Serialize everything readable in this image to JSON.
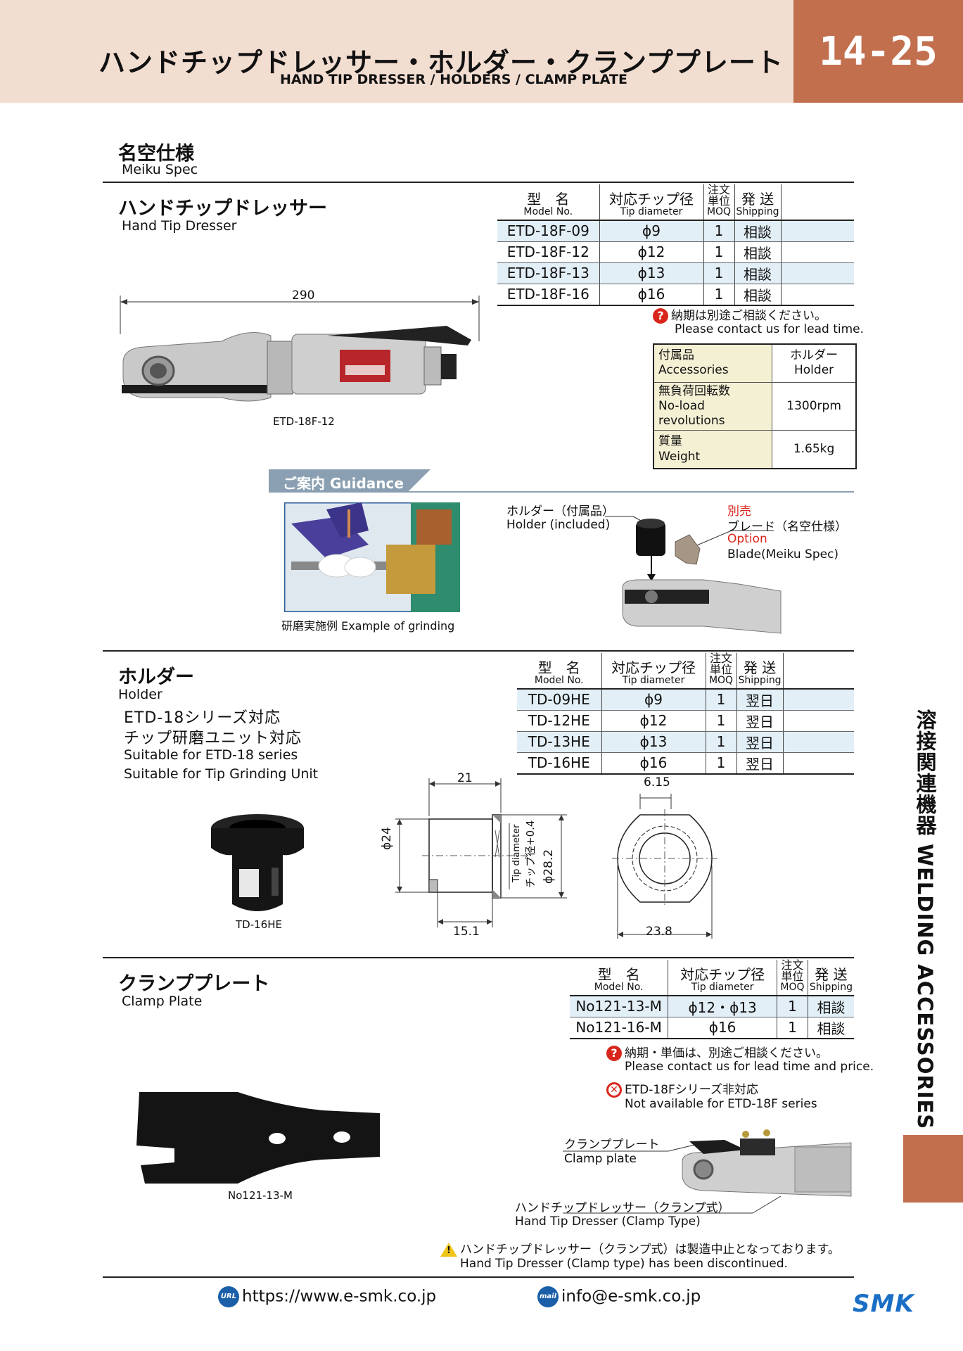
{
  "header": {
    "title": "ハンドチップドレッサー・ホルダー・クランププレート",
    "subtitle": "HAND TIP DRESSER / HOLDERS / CLAMP PLATE",
    "page_number": "14-25"
  },
  "section": {
    "jp": "名空仕様",
    "en": "Meiku Spec"
  },
  "table_headers": {
    "model_jp": "型　名",
    "model_en": "Model No.",
    "tip_jp": "対応チップ径",
    "tip_en": "Tip diameter",
    "moq_jp": "注文単位",
    "moq_en": "MOQ",
    "ship_jp": "発 送",
    "ship_en": "Shipping"
  },
  "dresser": {
    "title_jp": "ハンドチップドレッサー",
    "title_en": "Hand Tip Dresser",
    "rows": [
      {
        "model": "ETD-18F-09",
        "tip": "ϕ9",
        "moq": "1",
        "ship": "相談"
      },
      {
        "model": "ETD-18F-12",
        "tip": "ϕ12",
        "moq": "1",
        "ship": "相談"
      },
      {
        "model": "ETD-18F-13",
        "tip": "ϕ13",
        "moq": "1",
        "ship": "相談"
      },
      {
        "model": "ETD-18F-16",
        "tip": "ϕ16",
        "moq": "1",
        "ship": "相談"
      }
    ],
    "note_jp": "納期は別途ご相談ください。",
    "note_en": "Please contact us for lead time.",
    "dimension": "290",
    "caption": "ETD-18F-12",
    "accessories": [
      {
        "k_jp": "付属品",
        "k_en": "Accessories",
        "v_jp": "ホルダー",
        "v_en": "Holder"
      },
      {
        "k_jp": "無負荷回転数",
        "k_en": "No-load revolutions",
        "v_jp": "",
        "v_en": "1300rpm"
      },
      {
        "k_jp": "質量",
        "k_en": "Weight",
        "v_jp": "",
        "v_en": "1.65kg"
      }
    ]
  },
  "guidance": {
    "label": "ご案内 Guidance",
    "photo_caption": "研磨実施例 Example of grinding",
    "holder_jp": "ホルダー（付属品）",
    "holder_en": "Holder (included)",
    "separate_jp": "別売",
    "blade_jp": "ブレード（名空仕様）",
    "option_en": "Option",
    "blade_en": "Blade(Meiku Spec)"
  },
  "holder": {
    "title_jp": "ホルダー",
    "title_en": "Holder",
    "desc": [
      "ETD-18シリーズ対応",
      "チップ研磨ユニット対応",
      "Suitable for ETD-18 series",
      "Suitable for Tip Grinding Unit"
    ],
    "rows": [
      {
        "model": "TD-09HE",
        "tip": "ϕ9",
        "moq": "1",
        "ship": "翌日"
      },
      {
        "model": "TD-12HE",
        "tip": "ϕ12",
        "moq": "1",
        "ship": "翌日"
      },
      {
        "model": "TD-13HE",
        "tip": "ϕ13",
        "moq": "1",
        "ship": "翌日"
      },
      {
        "model": "TD-16HE",
        "tip": "ϕ16",
        "moq": "1",
        "ship": "翌日"
      }
    ],
    "caption": "TD-16HE",
    "dims": {
      "top": "21",
      "dia": "ϕ24",
      "tip_en": "Tip diameter",
      "tip_jp": "チップ径+0.4",
      "outer": "ϕ28.2",
      "bottom": "15.1",
      "front_top": "6.15",
      "front_bottom": "23.8"
    }
  },
  "clamp": {
    "title_jp": "クランププレート",
    "title_en": "Clamp Plate",
    "rows": [
      {
        "model": "No121-13-M",
        "tip": "ϕ12・ϕ13",
        "moq": "1",
        "ship": "相談"
      },
      {
        "model": "No121-16-M",
        "tip": "ϕ16",
        "moq": "1",
        "ship": "相談"
      }
    ],
    "note1_jp": "納期・単価は、別途ご相談ください。",
    "note1_en": "Please contact us for lead time and price.",
    "note2_jp": "ETD-18Fシリーズ非対応",
    "note2_en": "Not available for ETD-18F series",
    "caption": "No121-13-M",
    "label1_jp": "クランププレート",
    "label1_en": "Clamp plate",
    "label2_jp": "ハンドチップドレッサー（クランプ式）",
    "label2_en": "Hand Tip Dresser (Clamp Type)",
    "warn_jp": "ハンドチップドレッサー（クランプ式）は製造中止となっております。",
    "warn_en": "Hand Tip Dresser (Clamp type) has been discontinued."
  },
  "sidebar": {
    "text": "溶接関連機器 WELDING ACCESSORIES"
  },
  "footer": {
    "url_icon": "URL",
    "url": "https://www.e-smk.co.jp",
    "mail_icon": "mail",
    "email": "info@e-smk.co.jp",
    "logo": "SMK"
  },
  "colors": {
    "accent": "#c26f4e",
    "header_bg": "#f2ddd1",
    "row_tint": "#e3eff7",
    "acc_key": "#f4f0d4"
  }
}
